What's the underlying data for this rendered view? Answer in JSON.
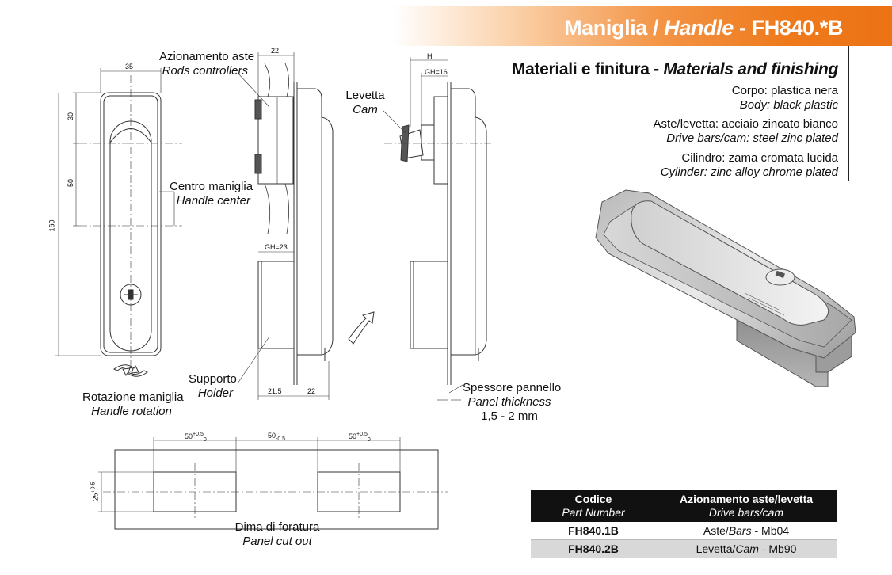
{
  "header": {
    "title_main": "Maniglia / ",
    "title_italic": "Handle",
    "title_code": " - FH840.*B"
  },
  "materials": {
    "title_it": "Materiali e finitura - ",
    "title_en": "Materials and finishing",
    "lines": [
      {
        "it": "Corpo: plastica nera",
        "en": "Body: black plastic"
      },
      {
        "it": "Aste/levetta: acciaio zincato bianco",
        "en": "Drive bars/cam: steel zinc plated"
      },
      {
        "it": "Cilindro: zama cromata lucida",
        "en": "Cylinder: zinc alloy chrome plated"
      }
    ]
  },
  "labels": {
    "rods_it": "Azionamento aste",
    "rods_en": "Rods controllers",
    "cam_it": "Levetta",
    "cam_en": "Cam",
    "center_it": "Centro maniglia",
    "center_en": "Handle center",
    "holder_it": "Supporto",
    "holder_en": "Holder",
    "rotation_it": "Rotazione maniglia",
    "rotation_en": "Handle rotation",
    "panel_it": "Spessore pannello",
    "panel_en": "Panel thickness",
    "panel_range": "1,5 - 2 mm",
    "cutout_it": "Dima di foratura",
    "cutout_en": "Panel cut out"
  },
  "dimensions": {
    "width_35": "35",
    "d30": "30",
    "d50": "50",
    "d160": "160",
    "top22": "22",
    "gh23": "GH=23",
    "d21_5": "21.5",
    "bot22": "22",
    "h": "H",
    "gh16": "GH=16",
    "cut_50": "50",
    "cut_25": "25",
    "tol_plus": "+0.5",
    "tol_zero": "0",
    "tol_minus": "-0.5"
  },
  "table": {
    "col1_it": "Codice",
    "col1_en": "Part Number",
    "col2_it": "Azionamento aste/levetta",
    "col2_en": "Drive bars/cam",
    "rows": [
      {
        "code": "FH840.1B",
        "drive_it": "Aste/",
        "drive_en": "Bars",
        "drive_suffix": " - Mb04"
      },
      {
        "code": "FH840.2B",
        "drive_it": "Levetta/",
        "drive_en": "Cam",
        "drive_suffix": " - Mb90"
      }
    ]
  }
}
